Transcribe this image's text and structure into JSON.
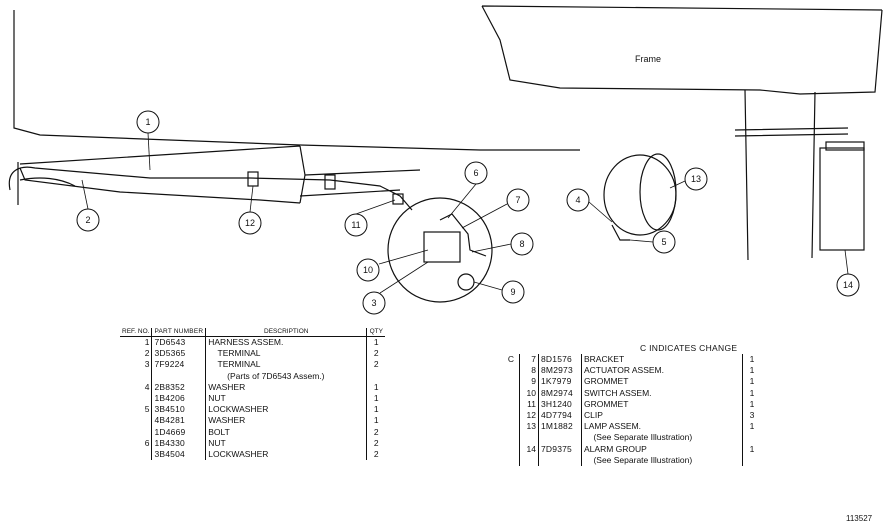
{
  "diagram": {
    "frame_label": "Frame",
    "callouts": [
      "1",
      "2",
      "3",
      "4",
      "5",
      "6",
      "7",
      "8",
      "9",
      "10",
      "11",
      "12",
      "13",
      "14"
    ],
    "change_legend": "C  INDICATES CHANGE",
    "figure_number": "113527"
  },
  "table_left": {
    "headers": {
      "ref": "REF. NO.",
      "part": "PART NUMBER",
      "desc": "DESCRIPTION",
      "qty": "QTY"
    },
    "rows": [
      {
        "ref": "1",
        "part": "7D6543",
        "desc": "HARNESS ASSEM.",
        "qty": "1"
      },
      {
        "ref": "2",
        "part": "3D5365",
        "desc": "    TERMINAL",
        "qty": "2"
      },
      {
        "ref": "3",
        "part": "7F9224",
        "desc": "    TERMINAL",
        "qty": "2"
      },
      {
        "ref": "",
        "part": "",
        "desc": "        (Parts of 7D6543 Assem.)",
        "qty": ""
      },
      {
        "ref": "4",
        "part": "2B8352",
        "desc": "WASHER",
        "qty": "1"
      },
      {
        "ref": "",
        "part": "1B4206",
        "desc": "NUT",
        "qty": "1"
      },
      {
        "ref": "5",
        "part": "3B4510",
        "desc": "LOCKWASHER",
        "qty": "1"
      },
      {
        "ref": "",
        "part": "4B4281",
        "desc": "WASHER",
        "qty": "1"
      },
      {
        "ref": "",
        "part": "1D4669",
        "desc": "BOLT",
        "qty": "2"
      },
      {
        "ref": "6",
        "part": "1B4330",
        "desc": "NUT",
        "qty": "2"
      },
      {
        "ref": "",
        "part": "3B4504",
        "desc": "LOCKWASHER",
        "qty": "2"
      }
    ]
  },
  "table_right": {
    "rows": [
      {
        "chg": "C",
        "ref": "7",
        "part": "8D1576",
        "desc": "BRACKET",
        "qty": "1"
      },
      {
        "chg": "",
        "ref": "8",
        "part": "8M2973",
        "desc": "ACTUATOR ASSEM.",
        "qty": "1"
      },
      {
        "chg": "",
        "ref": "9",
        "part": "1K7979",
        "desc": "GROMMET",
        "qty": "1"
      },
      {
        "chg": "",
        "ref": "10",
        "part": "8M2974",
        "desc": "SWITCH ASSEM.",
        "qty": "1"
      },
      {
        "chg": "",
        "ref": "11",
        "part": "3H1240",
        "desc": "GROMMET",
        "qty": "1"
      },
      {
        "chg": "",
        "ref": "12",
        "part": "4D7794",
        "desc": "CLIP",
        "qty": "3"
      },
      {
        "chg": "",
        "ref": "13",
        "part": "1M1882",
        "desc": "LAMP ASSEM.",
        "qty": "1"
      },
      {
        "chg": "",
        "ref": "",
        "part": "",
        "desc": "    (See Separate Illustration)",
        "qty": ""
      },
      {
        "chg": "",
        "ref": "14",
        "part": "7D9375",
        "desc": "ALARM GROUP",
        "qty": "1"
      },
      {
        "chg": "",
        "ref": "",
        "part": "",
        "desc": "    (See Separate Illustration)",
        "qty": ""
      }
    ]
  }
}
